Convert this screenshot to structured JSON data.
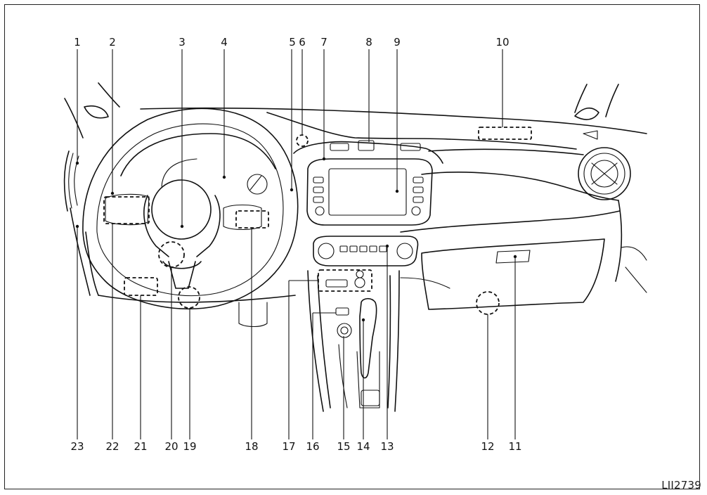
{
  "figure": {
    "code": "LII2739",
    "callouts": {
      "c1": "1",
      "c2": "2",
      "c3": "3",
      "c4": "4",
      "c5": "5",
      "c6": "6",
      "c7": "7",
      "c8": "8",
      "c9": "9",
      "c10": "10",
      "c11": "11",
      "c12": "12",
      "c13": "13",
      "c14": "14",
      "c15": "15",
      "c16": "16",
      "c17": "17",
      "c18": "18",
      "c19": "19",
      "c20": "20",
      "c21": "21",
      "c22": "22",
      "c23": "23"
    }
  }
}
